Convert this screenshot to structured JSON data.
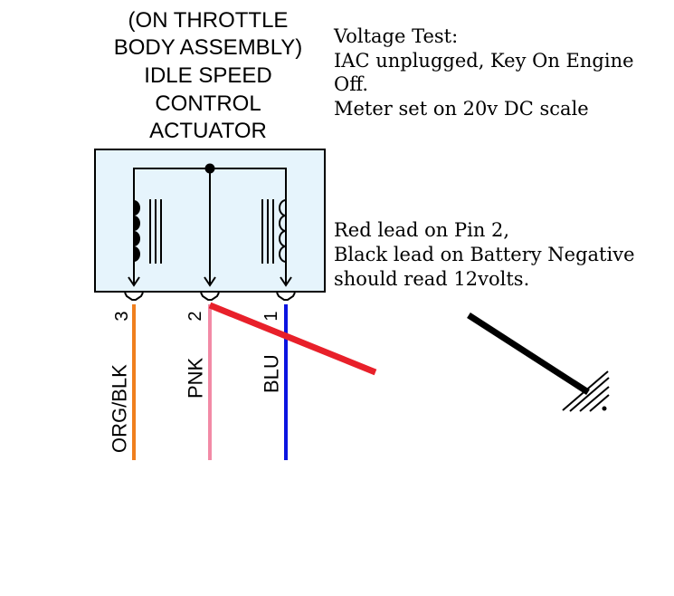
{
  "title_lines": [
    "(ON THROTTLE",
    "BODY ASSEMBLY)",
    "IDLE SPEED",
    "CONTROL",
    "ACTUATOR"
  ],
  "test_notes": [
    "Voltage Test:",
    "IAC unplugged, Key On Engine",
    "Off.",
    "Meter set on 20v DC scale"
  ],
  "lead_notes": [
    "Red lead on Pin 2,",
    "Black lead on Battery Negative",
    "should read 12volts."
  ],
  "pins": [
    {
      "number": "3",
      "wire": "ORG/BLK",
      "color": "#f07f1e"
    },
    {
      "number": "2",
      "wire": "PNK",
      "color": "#f28aa6"
    },
    {
      "number": "1",
      "wire": "BLU",
      "color": "#0a14e0"
    }
  ],
  "colors": {
    "actuator_fill": "#e6f4fc",
    "red_lead": "#e8202a",
    "black_lead": "#000000"
  },
  "icons": [
    "coil-icon",
    "ground-icon",
    "connector-pin-icon"
  ]
}
